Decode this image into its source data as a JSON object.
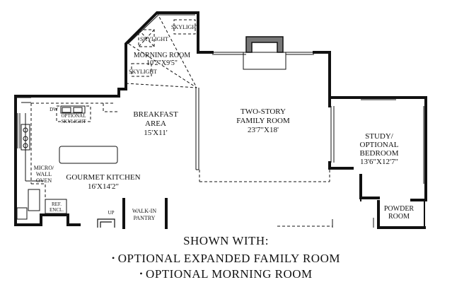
{
  "rooms": {
    "skylight_top": "SKYLIGHT",
    "skylight_left": "SKYLIGHT",
    "skylight_bottom": "SKYLIGHT",
    "morning_room_name": "MORNING ROOM",
    "morning_room_dim": "10'2\"X9'5\"",
    "breakfast_name_1": "BREAKFAST",
    "breakfast_name_2": "AREA",
    "breakfast_dim": "15'X11'",
    "family_name_1": "TWO-STORY",
    "family_name_2": "FAMILY ROOM",
    "family_dim": "23'7\"X18'",
    "study_name_1": "STUDY/",
    "study_name_2": "OPTIONAL",
    "study_name_3": "BEDROOM",
    "study_dim": "13'6\"X12'7\"",
    "dw": "DW",
    "optional_skylight_1": "OPTIONAL",
    "optional_skylight_2": "SKYLIGHT",
    "micro_1": "MICRO/",
    "micro_2": "WALL",
    "micro_3": "OVEN",
    "kitchen_name": "GOURMET KITCHEN",
    "kitchen_dim": "16'X14'2\"",
    "ref_1": "REF.",
    "ref_2": "ENCL.",
    "up": "UP",
    "walkin_1": "WALK-IN",
    "walkin_2": "PANTRY",
    "powder_1": "POWDER",
    "powder_2": "ROOM"
  },
  "caption": {
    "line1": "SHOWN WITH:",
    "bullet": "•",
    "line2": "OPTIONAL EXPANDED FAMILY ROOM",
    "line3": "OPTIONAL MORNING ROOM"
  }
}
